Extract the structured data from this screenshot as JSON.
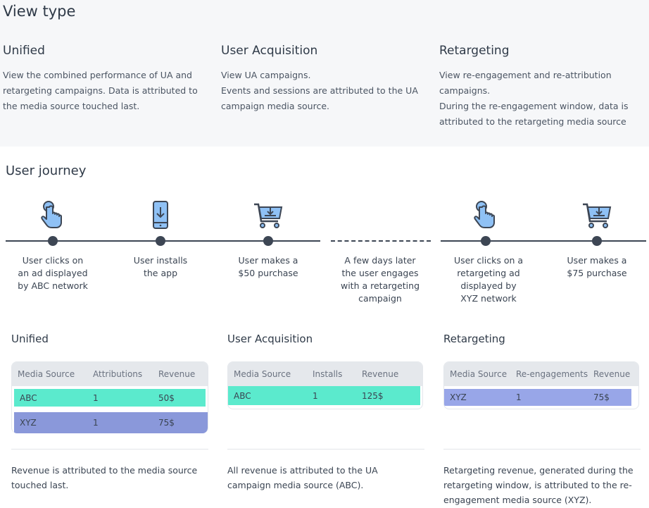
{
  "view_type": {
    "title": "View type",
    "columns": [
      {
        "heading": "Unified",
        "lines": [
          "View the combined performance of UA and retargeting campaigns. Data is attributed to the media source touched last."
        ]
      },
      {
        "heading": "User Acquisition",
        "lines": [
          "View UA campaigns.",
          "Events and sessions are attributed to the UA campaign media source."
        ]
      },
      {
        "heading": "Retargeting",
        "lines": [
          "View re-engagement and re-attribution campaigns.",
          "During the re-engagement window, data is attributed to the retargeting media source"
        ]
      }
    ]
  },
  "journey": {
    "title": "User journey",
    "steps": [
      {
        "icon": "hand-tap-icon",
        "label": "User clicks on an ad displayed by ABC network"
      },
      {
        "icon": "phone-download-icon",
        "label": "User installs the app"
      },
      {
        "icon": "cart-icon",
        "label": "User makes a $50 purchase"
      },
      {
        "icon": "",
        "label": "A few days later the user engages with a retargeting campaign"
      },
      {
        "icon": "hand-tap-icon",
        "label": "User clicks on a retargeting ad displayed by XYZ network"
      },
      {
        "icon": "cart-icon",
        "label": "User makes a $75 purchase"
      }
    ]
  },
  "colors": {
    "green": "#5beacd",
    "blue": "#8a98da",
    "line": "#3d4654",
    "icon_fill": "#8fc1f5"
  },
  "tables": [
    {
      "title": "Unified",
      "headers": [
        "Media Source",
        "Attributions",
        "Revenue"
      ],
      "rows": [
        [
          "ABC",
          "1",
          "50$"
        ],
        [
          "XYZ",
          "1",
          "75$"
        ]
      ],
      "note": "Revenue is attributed to the media source touched last."
    },
    {
      "title": "User Acquisition",
      "headers": [
        "Media Source",
        "Installs",
        "Revenue"
      ],
      "rows": [
        [
          "ABC",
          "1",
          "125$"
        ]
      ],
      "note": "All revenue is attributed to the UA campaign media source (ABC)."
    },
    {
      "title": "Retargeting",
      "headers": [
        "Media Source",
        "Re-engagements",
        "Revenue"
      ],
      "rows": [
        [
          "XYZ",
          "1",
          "75$"
        ]
      ],
      "note": "Retargeting revenue, generated during the retargeting window, is attributed to the re-engagement media source (XYZ)."
    }
  ]
}
